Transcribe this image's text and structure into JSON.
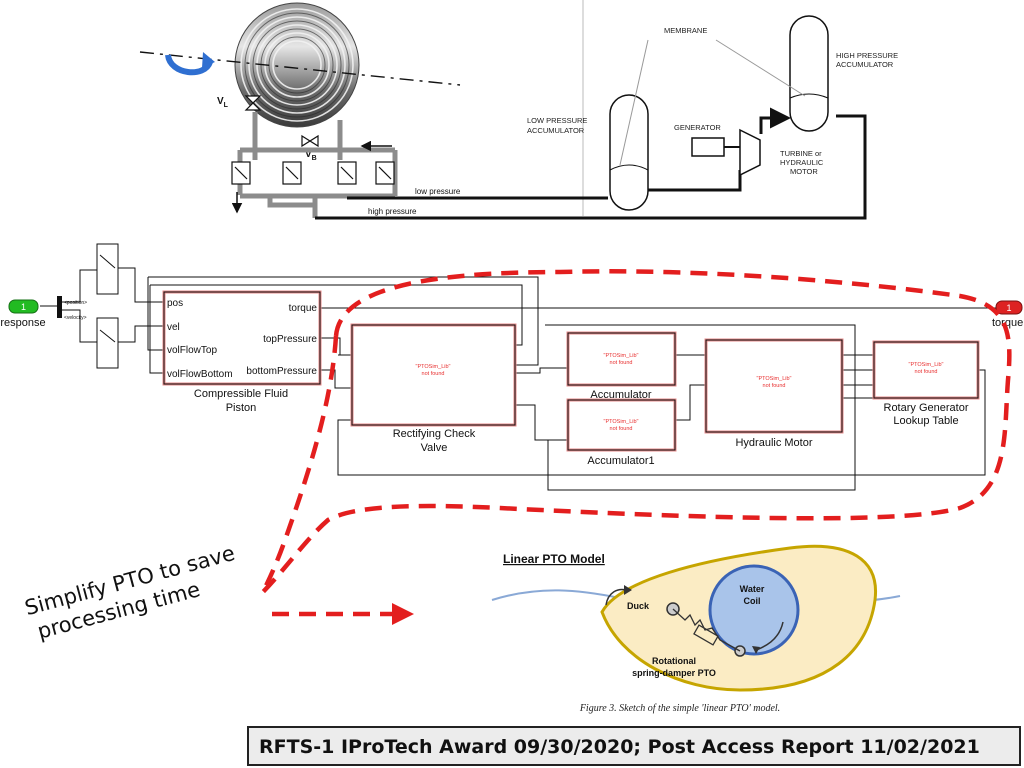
{
  "top_schematic": {
    "valve_labels": [
      "V",
      "L",
      "V",
      "B"
    ],
    "low_pressure": "low pressure",
    "high_pressure": "high pressure",
    "membrane": "MEMBRANE",
    "low_accum": [
      "LOW PRESSURE",
      "ACCUMULATOR"
    ],
    "high_accum": [
      "HIGH PRESSURE",
      "ACCUMULATOR"
    ],
    "generator": "GENERATOR",
    "turbine": [
      "TURBINE or",
      "HYDRAULIC",
      "MOTOR"
    ]
  },
  "simulink": {
    "inport": {
      "number": "1",
      "label": "response"
    },
    "outport": {
      "number": "1",
      "label": "torque"
    },
    "bus_labels": [
      "<position>",
      "<velocity>"
    ],
    "piston": {
      "inputs": [
        "pos",
        "vel",
        "volFlowTop",
        "volFlowBottom"
      ],
      "outputs": [
        "torque",
        "topPressure",
        "bottomPressure"
      ],
      "name": [
        "Compressible Fluid",
        "Piston"
      ]
    },
    "blocks": [
      {
        "name": [
          "Rectifying Check",
          "Valve"
        ]
      },
      {
        "name": [
          "Accumulator"
        ]
      },
      {
        "name": [
          "Accumulator1"
        ]
      },
      {
        "name": [
          "Hydraulic Motor"
        ]
      },
      {
        "name": [
          "Rotary Generator",
          "Lookup Table"
        ]
      }
    ],
    "missing_lib": "\"PTOSim_Lib\"",
    "not_found": "not found"
  },
  "annotation": {
    "line1": "Simplify PTO to save",
    "line2": "processing time"
  },
  "linear_model": {
    "title": "Linear PTO Model",
    "duck": "Duck",
    "water_coil": [
      "Water",
      "Coil"
    ],
    "pto_label": [
      "Rotational",
      "spring-damper PTO"
    ],
    "caption": "Figure 3. Sketch of the simple 'linear PTO' model."
  },
  "footer": "RFTS-1   IProTech Award 09/30/2020; Post Access Report 11/02/2021",
  "colors": {
    "dashed_red": "#e31e1e",
    "inport_green": "#22bb22",
    "outport_red": "#dd2222",
    "missing_text": "#e83030",
    "hull_fill": "#fbecc4",
    "hull_stroke": "#c6a500",
    "coil_fill": "#a9c4ea",
    "coil_stroke": "#3a63b5",
    "wave": "#8aa9d6"
  }
}
